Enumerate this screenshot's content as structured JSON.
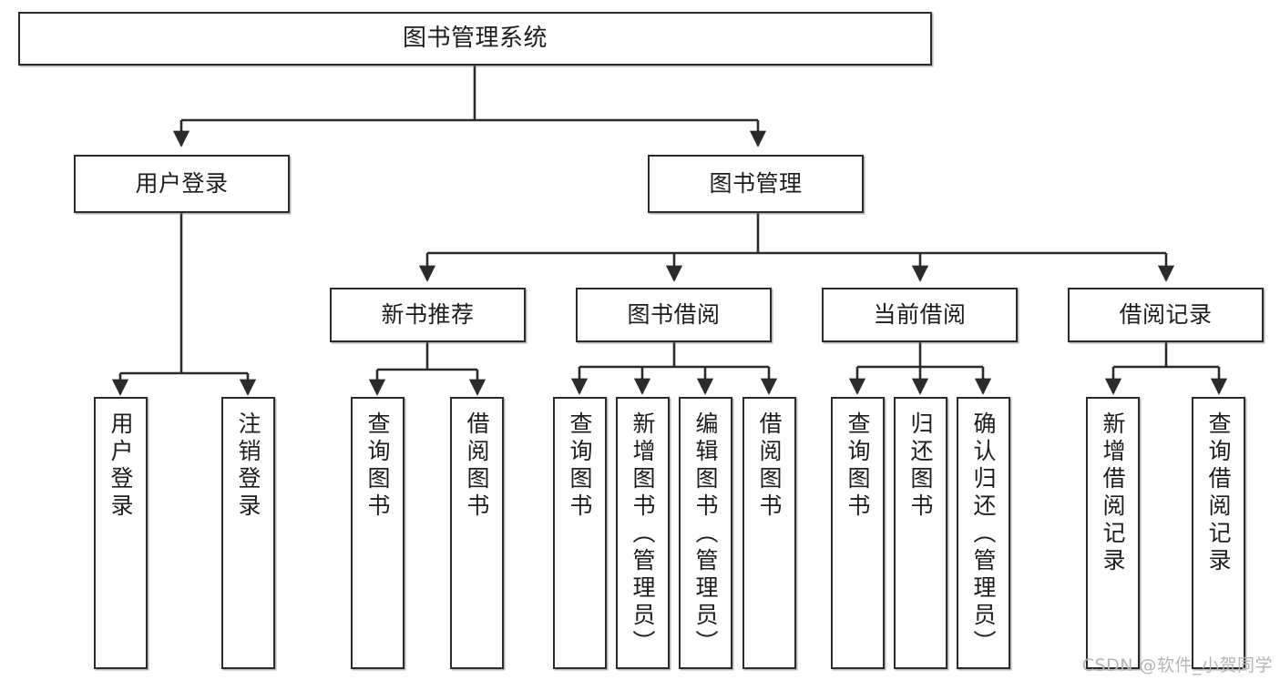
{
  "diagram": {
    "type": "tree",
    "title": "图书管理系统",
    "watermark": "CSDN @软件_小贺同学",
    "colors": {
      "stroke": "#2b2b2b",
      "fill": "#ffffff",
      "text": "#1d1d1d",
      "watermark": "#b6b6b6"
    },
    "nodes": {
      "root": {
        "label": "图书管理系统"
      },
      "level1": [
        {
          "label": "用户登录"
        },
        {
          "label": "图书管理"
        }
      ],
      "level2": [
        {
          "label": "新书推荐"
        },
        {
          "label": "图书借阅"
        },
        {
          "label": "当前借阅"
        },
        {
          "label": "借阅记录"
        }
      ],
      "leaves_user_login": [
        {
          "label": "用户登录"
        },
        {
          "label": "注销登录"
        }
      ],
      "leaves_new_book": [
        {
          "label": "查询图书"
        },
        {
          "label": "借阅图书"
        }
      ],
      "leaves_borrow": [
        {
          "label": "查询图书"
        },
        {
          "label": "新增图书（管理员）"
        },
        {
          "label": "编辑图书（管理员）"
        },
        {
          "label": "借阅图书"
        }
      ],
      "leaves_current": [
        {
          "label": "查询图书"
        },
        {
          "label": "归还图书"
        },
        {
          "label": "确认归还（管理员）"
        }
      ],
      "leaves_records": [
        {
          "label": "新增借阅记录"
        },
        {
          "label": "查询借阅记录"
        }
      ]
    }
  }
}
